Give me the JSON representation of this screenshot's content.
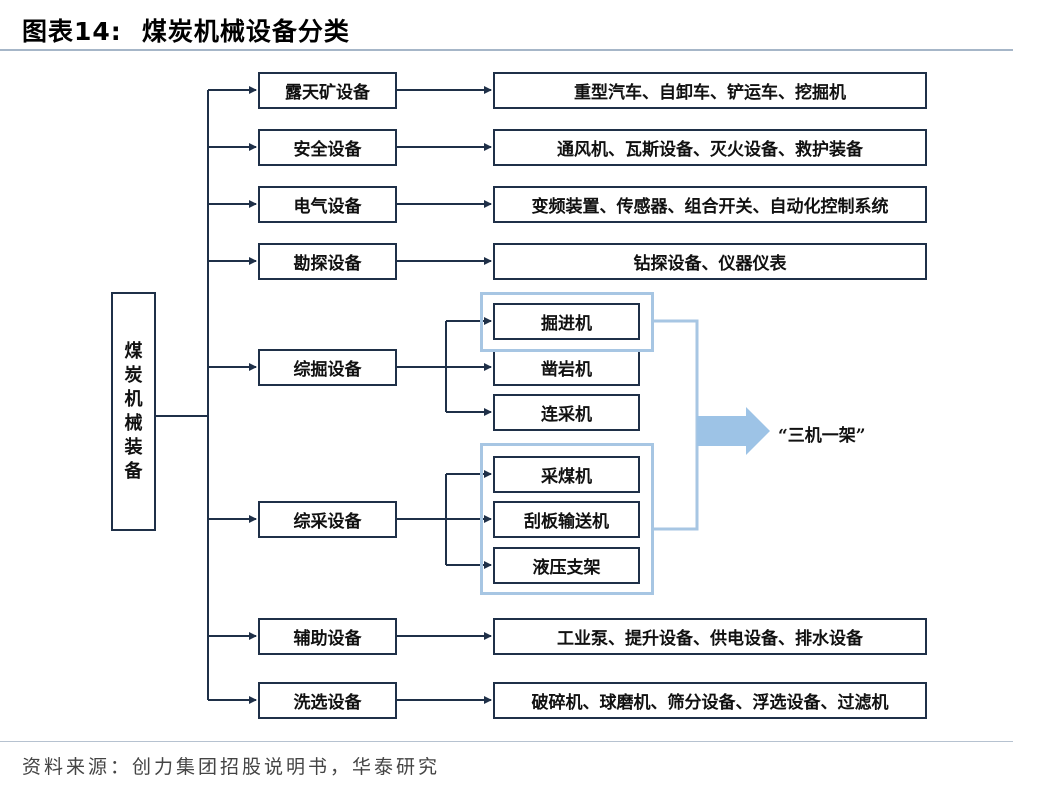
{
  "header": {
    "label": "图表",
    "number": "14:",
    "title": "煤炭机械设备分类"
  },
  "root": {
    "chars": [
      "煤",
      "炭",
      "机",
      "械",
      "装",
      "备"
    ]
  },
  "categories": [
    {
      "label": "露天矿设备",
      "detail": "重型汽车、自卸车、铲运车、挖掘机"
    },
    {
      "label": "安全设备",
      "detail": "通风机、瓦斯设备、灭火设备、救护装备"
    },
    {
      "label": "电气设备",
      "detail": "变频装置、传感器、组合开关、自动化控制系统"
    },
    {
      "label": "勘探设备",
      "detail": "钻探设备、仪器仪表"
    },
    {
      "label": "综掘设备",
      "children": [
        "掘进机",
        "凿岩机",
        "连采机"
      ]
    },
    {
      "label": "综采设备",
      "children": [
        "采煤机",
        "刮板输送机",
        "液压支架"
      ]
    },
    {
      "label": "辅助设备",
      "detail": "工业泵、提升设备、供电设备、排水设备"
    },
    {
      "label": "洗选设备",
      "detail": "破碎机、球磨机、筛分设备、浮选设备、过滤机"
    }
  ],
  "three_machines_label": "“三机一架”",
  "source": "资料来源：创力集团招股说明书，华泰研究",
  "colors": {
    "line": "#1f3048",
    "highlight": "#a7c6e3",
    "big_arrow": "#9dc3e6",
    "rule": "#a6b6c8"
  }
}
